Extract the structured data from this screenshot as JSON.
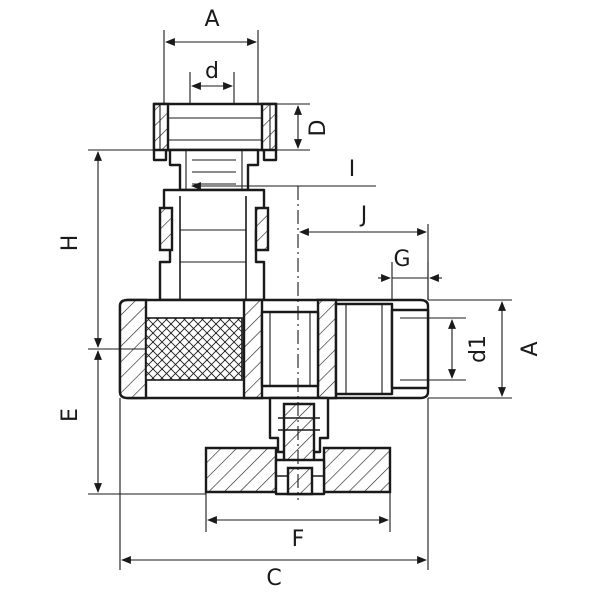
{
  "drawing": {
    "dimension_labels": {
      "A_top": "A",
      "d": "d",
      "D": "D",
      "I": "I",
      "J": "J",
      "H": "H",
      "G": "G",
      "d1": "d1",
      "A_right": "A",
      "E": "E",
      "F": "F",
      "C": "C"
    }
  }
}
